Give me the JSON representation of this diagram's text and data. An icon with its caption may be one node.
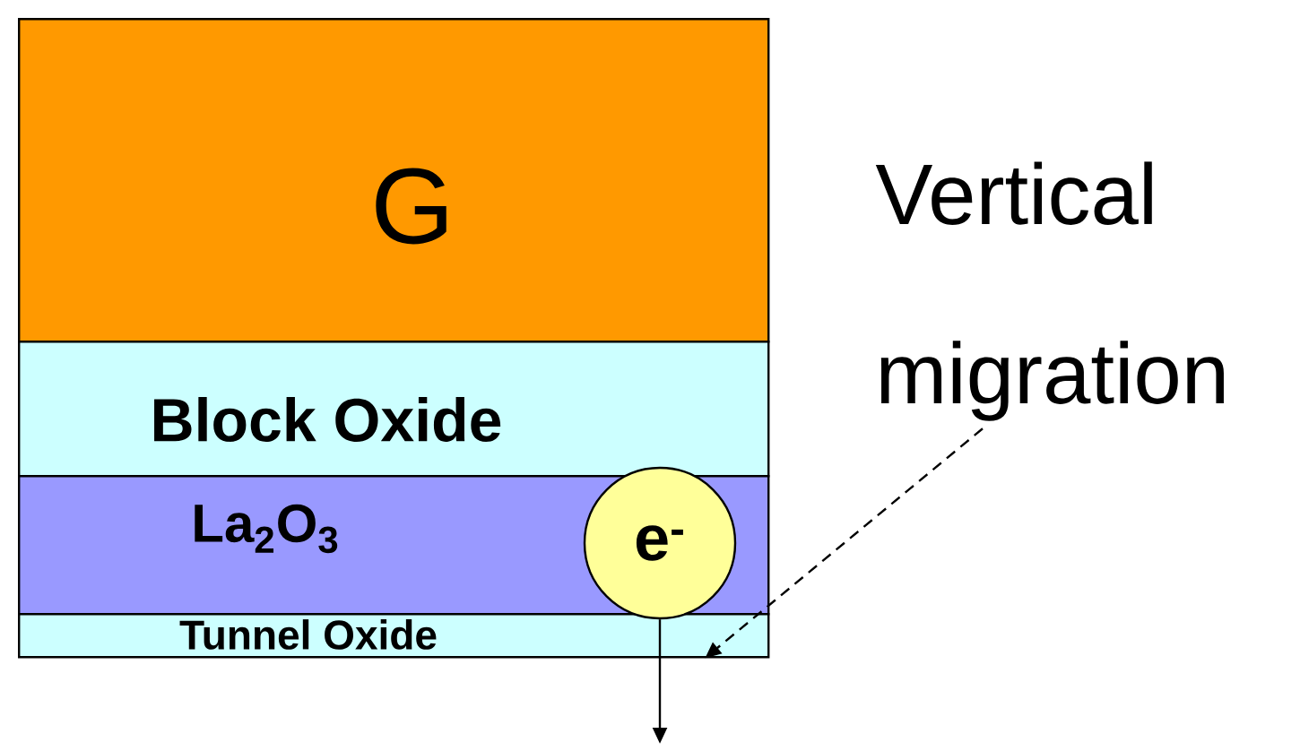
{
  "diagram": {
    "nodes": [
      {
        "text": [
          "G"
        ]
      },
      {
        "text": [
          "Block Oxide"
        ]
      },
      {
        "text": [
          "La$_{2}$O$_{3}$"
        ]
      },
      {
        "text": [
          "Tunnel Oxide"
        ]
      },
      {
        "text": [
          "e$^{-}$"
        ]
      },
      {
        "text": [
          "Vertical migration"
        ]
      }
    ],
    "edges": [
      {
        "from": 4,
        "to": null,
        "arrow": "to"
      },
      {
        "from": 5,
        "to": 3,
        "arrow": "to",
        "style": "dashed"
      }
    ]
  }
}
